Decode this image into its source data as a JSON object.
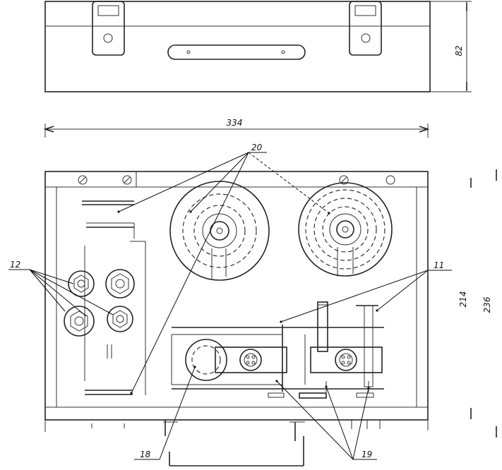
{
  "callouts": {
    "c20": "20",
    "c12": "12",
    "c11": "11",
    "c18": "18",
    "c19": "19"
  },
  "dimensions": {
    "width": "334",
    "top_height": "82",
    "height_inner": "214",
    "height_outer": "236"
  }
}
